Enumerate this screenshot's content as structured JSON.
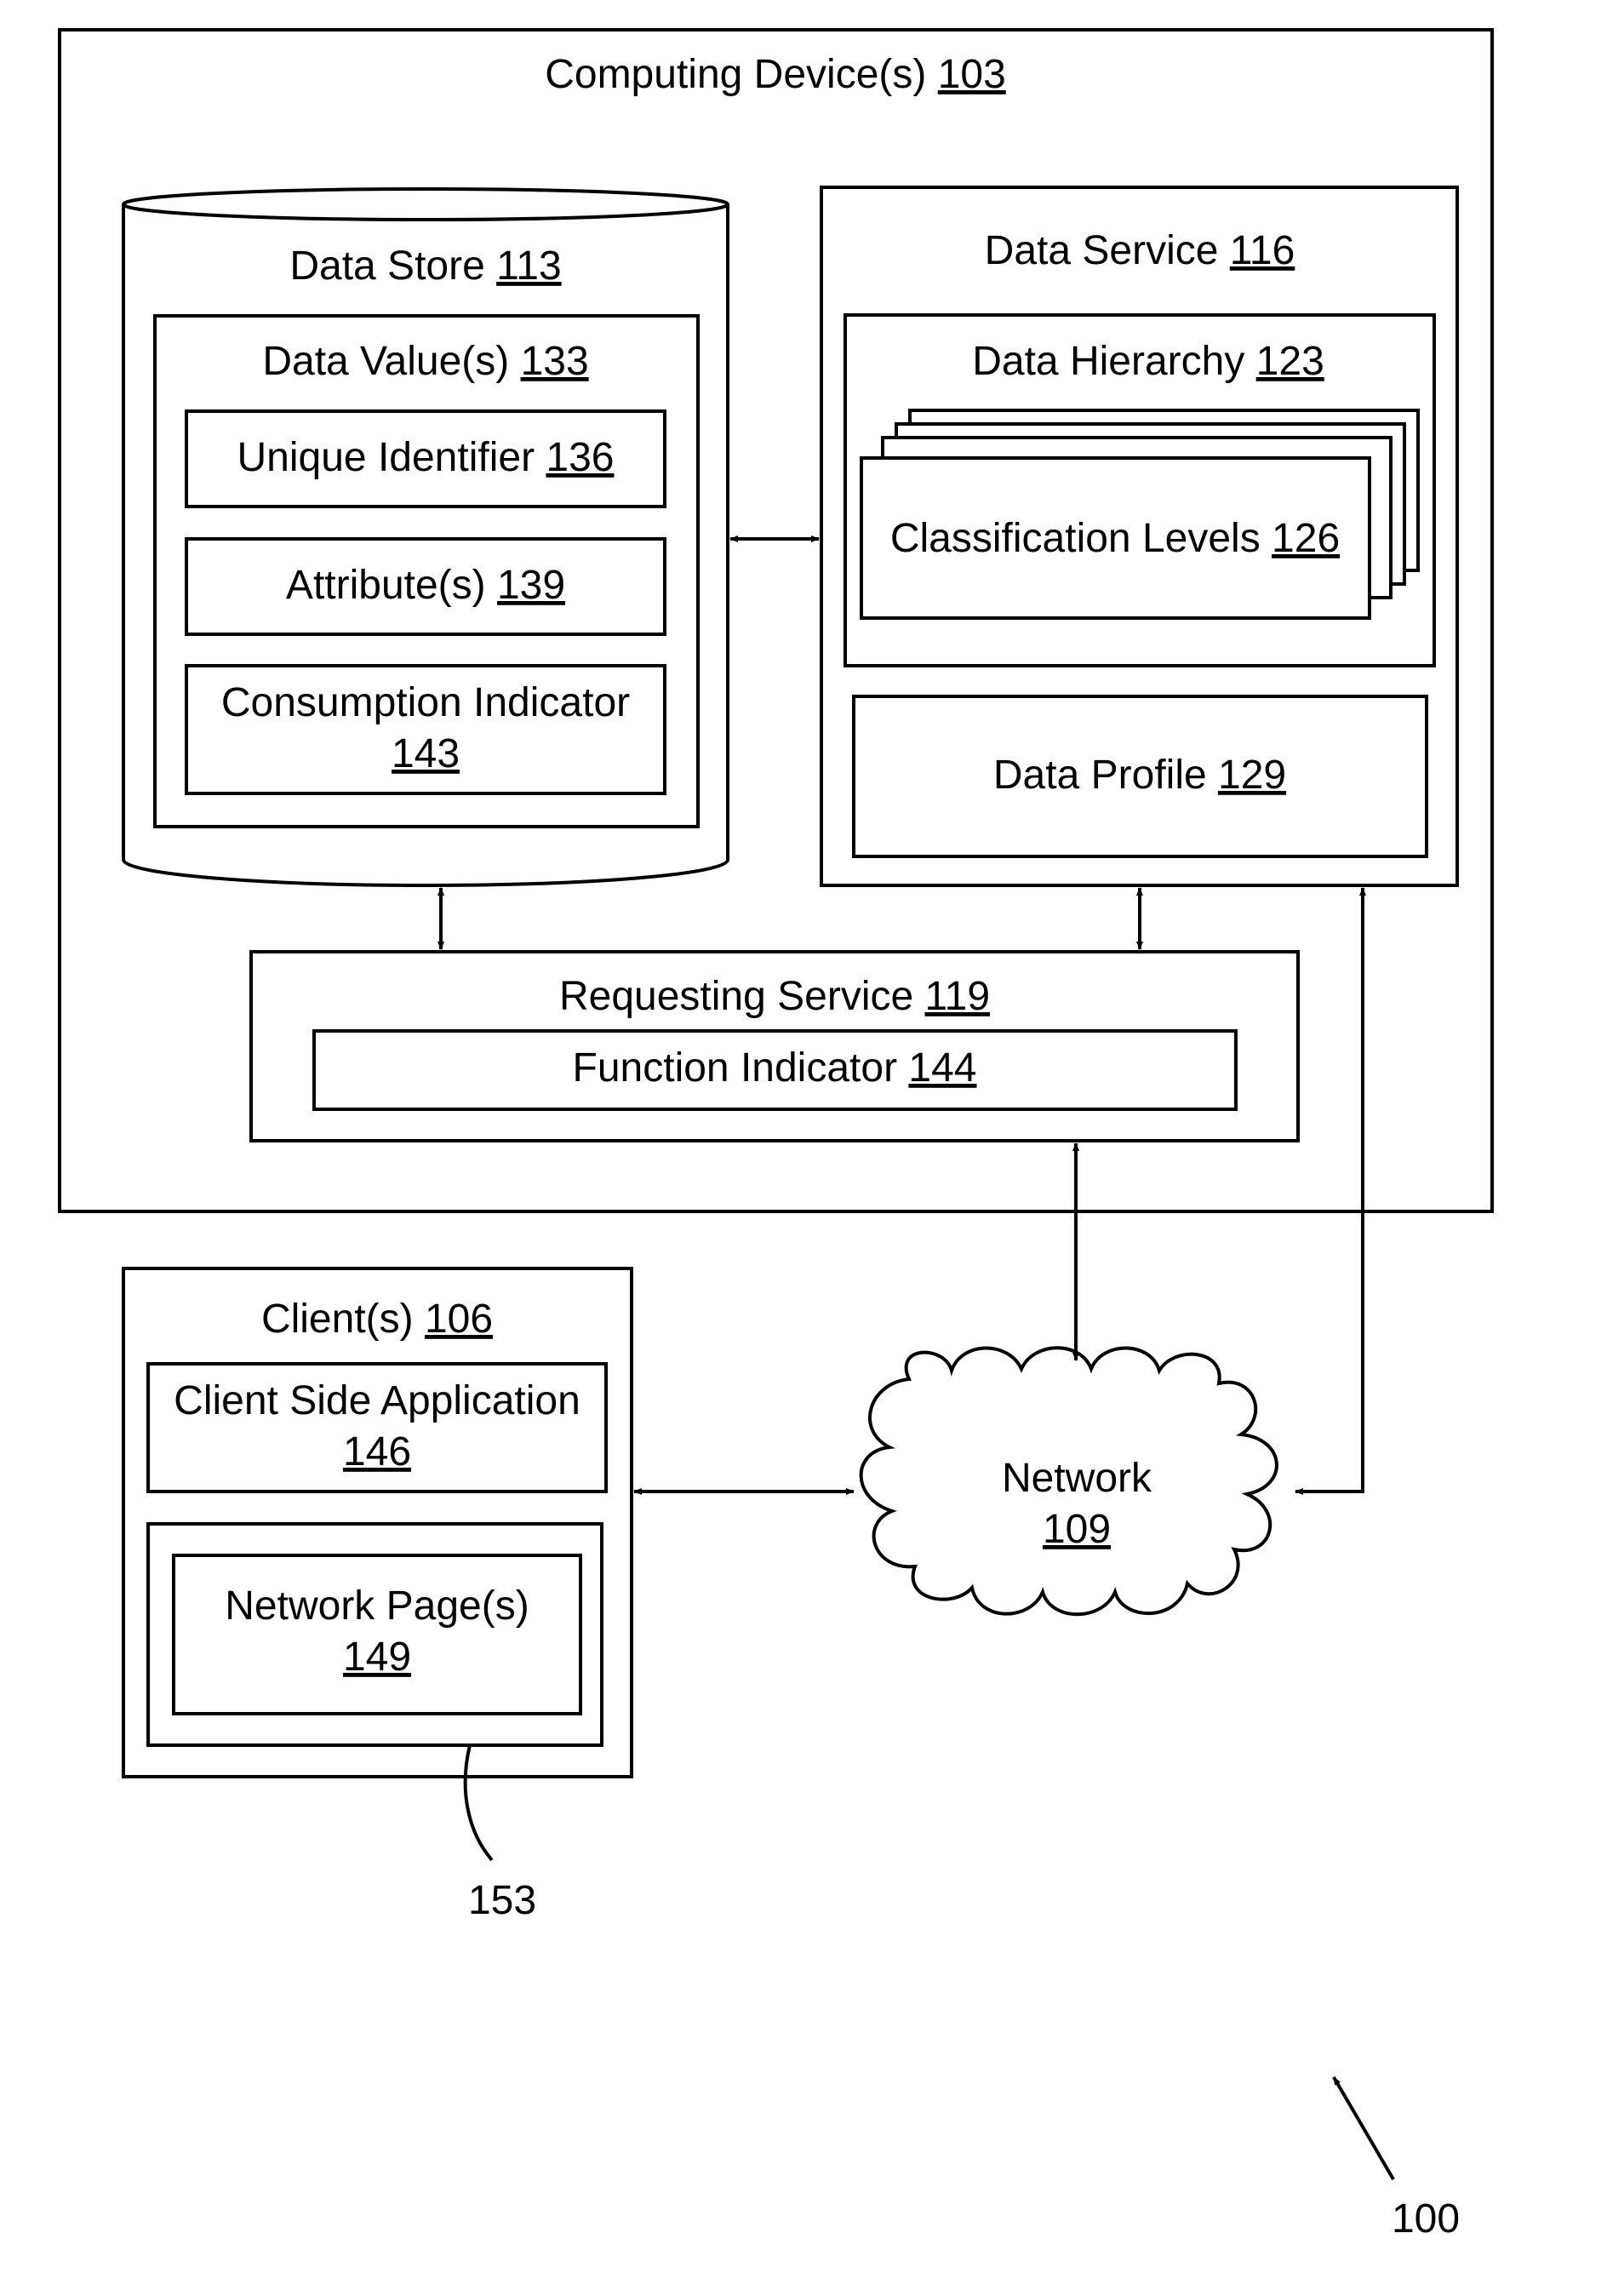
{
  "computing_device": {
    "label": "Computing Device(s) ",
    "ref": "103"
  },
  "data_store": {
    "label": "Data Store ",
    "ref": "113"
  },
  "data_values": {
    "label": "Data Value(s) ",
    "ref": "133"
  },
  "unique_identifier": {
    "label": "Unique Identifier ",
    "ref": "136"
  },
  "attributes": {
    "label": "Attribute(s) ",
    "ref": "139"
  },
  "consumption_indicator": {
    "label": "Consumption Indicator",
    "ref": "143"
  },
  "data_service": {
    "label": "Data Service ",
    "ref": "116"
  },
  "data_hierarchy": {
    "label": "Data Hierarchy ",
    "ref": "123"
  },
  "classification_levels": {
    "label": "Classification Levels ",
    "ref": "126"
  },
  "data_profile": {
    "label": "Data Profile ",
    "ref": "129"
  },
  "requesting_service": {
    "label": "Requesting Service ",
    "ref": "119"
  },
  "function_indicator": {
    "label": "Function Indicator ",
    "ref": "144"
  },
  "clients": {
    "label": "Client(s) ",
    "ref": "106"
  },
  "client_side_application": {
    "label": "Client Side Application",
    "ref": "146"
  },
  "network_pages": {
    "label": "Network Page(s)",
    "ref": "149"
  },
  "network": {
    "label": "Network",
    "ref": "109"
  },
  "ref_153": "153",
  "ref_100": "100"
}
